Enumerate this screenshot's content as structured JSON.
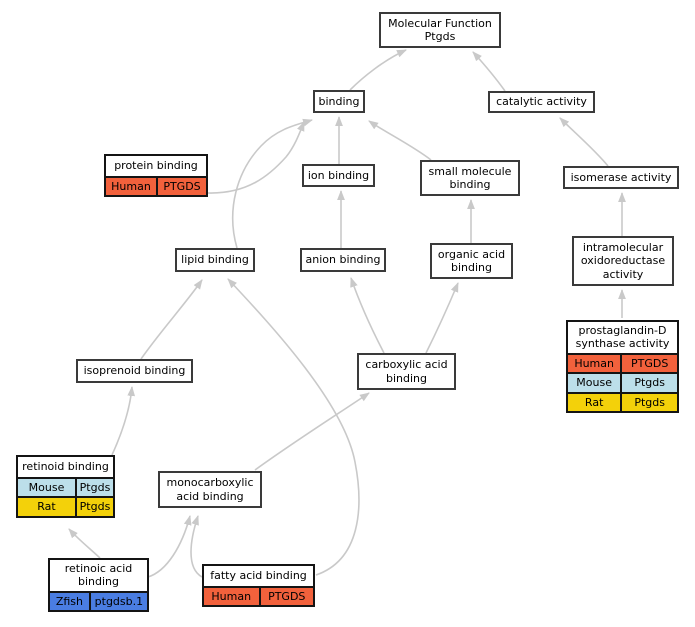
{
  "diagram": {
    "type": "go-term-graph",
    "root_label": "Molecular Function Ptgds",
    "edge_color": "#c9c9c9",
    "species_colors": {
      "Human": "#f2613c",
      "Mouse": "#bcdfea",
      "Rat": "#f3d10a",
      "Zfish": "#4a7de2"
    }
  },
  "nodes": {
    "molecular_function": {
      "label": "Molecular Function Ptgds"
    },
    "binding": {
      "label": "binding"
    },
    "catalytic_activity": {
      "label": "catalytic activity"
    },
    "protein_binding": {
      "label": "protein binding",
      "annotations": [
        {
          "species": "Human",
          "gene": "PTGDS",
          "color": "#f2613c"
        }
      ]
    },
    "ion_binding": {
      "label": "ion binding"
    },
    "small_molecule_binding": {
      "label": "small molecule binding"
    },
    "isomerase_activity": {
      "label": "isomerase activity"
    },
    "lipid_binding": {
      "label": "lipid binding"
    },
    "anion_binding": {
      "label": "anion binding"
    },
    "organic_acid_binding": {
      "label": "organic acid binding"
    },
    "intramolecular_oxidoreductase_activity": {
      "label": "intramolecular oxidoreductase activity"
    },
    "isoprenoid_binding": {
      "label": "isoprenoid binding"
    },
    "carboxylic_acid_binding": {
      "label": "carboxylic acid binding"
    },
    "prostaglandin_d_synthase_activity": {
      "label": "prostaglandin-D synthase activity",
      "annotations": [
        {
          "species": "Human",
          "gene": "PTGDS",
          "color": "#f2613c"
        },
        {
          "species": "Mouse",
          "gene": "Ptgds",
          "color": "#bcdfea"
        },
        {
          "species": "Rat",
          "gene": "Ptgds",
          "color": "#f3d10a"
        }
      ]
    },
    "retinoid_binding": {
      "label": "retinoid binding",
      "annotations": [
        {
          "species": "Mouse",
          "gene": "Ptgds",
          "color": "#bcdfea"
        },
        {
          "species": "Rat",
          "gene": "Ptgds",
          "color": "#f3d10a"
        }
      ]
    },
    "monocarboxylic_acid_binding": {
      "label": "monocarboxylic acid binding"
    },
    "retinoic_acid_binding": {
      "label": "retinoic acid binding",
      "annotations": [
        {
          "species": "Zfish",
          "gene": "ptgdsb.1",
          "color": "#4a7de2"
        }
      ]
    },
    "fatty_acid_binding": {
      "label": "fatty acid binding",
      "annotations": [
        {
          "species": "Human",
          "gene": "PTGDS",
          "color": "#f2613c"
        }
      ]
    }
  },
  "edges": [
    {
      "from": "binding",
      "to": "Molecular Function Ptgds"
    },
    {
      "from": "catalytic activity",
      "to": "Molecular Function Ptgds"
    },
    {
      "from": "protein binding",
      "to": "binding"
    },
    {
      "from": "ion binding",
      "to": "binding"
    },
    {
      "from": "small molecule binding",
      "to": "binding"
    },
    {
      "from": "lipid binding",
      "to": "binding"
    },
    {
      "from": "isomerase activity",
      "to": "catalytic activity"
    },
    {
      "from": "anion binding",
      "to": "ion binding"
    },
    {
      "from": "organic acid binding",
      "to": "small molecule binding"
    },
    {
      "from": "intramolecular oxidoreductase activity",
      "to": "isomerase activity"
    },
    {
      "from": "isoprenoid binding",
      "to": "lipid binding"
    },
    {
      "from": "fatty acid binding",
      "to": "lipid binding"
    },
    {
      "from": "carboxylic acid binding",
      "to": "anion binding"
    },
    {
      "from": "carboxylic acid binding",
      "to": "organic acid binding"
    },
    {
      "from": "prostaglandin-D synthase activity",
      "to": "intramolecular oxidoreductase activity"
    },
    {
      "from": "retinoid binding",
      "to": "isoprenoid binding"
    },
    {
      "from": "monocarboxylic acid binding",
      "to": "carboxylic acid binding"
    },
    {
      "from": "retinoic acid binding",
      "to": "retinoid binding"
    },
    {
      "from": "retinoic acid binding",
      "to": "monocarboxylic acid binding"
    },
    {
      "from": "fatty acid binding",
      "to": "monocarboxylic acid binding"
    }
  ]
}
